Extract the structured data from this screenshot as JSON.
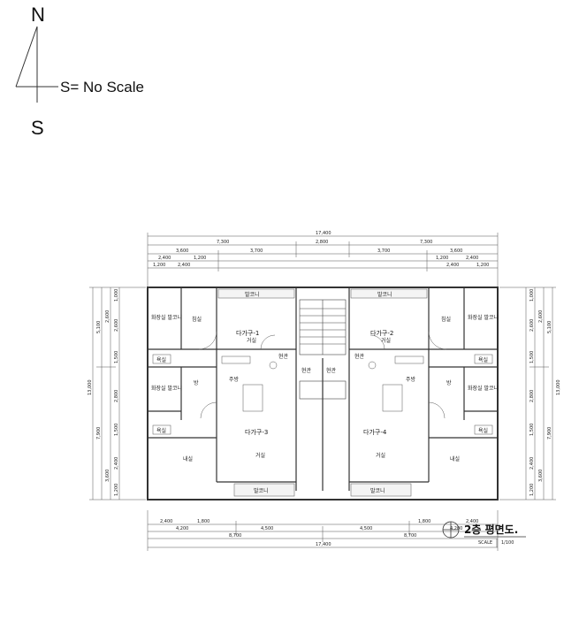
{
  "north": {
    "n": "N",
    "s": "S",
    "scale": "S= No Scale"
  },
  "plan": {
    "dims_top": {
      "overall": "17,400",
      "left_half": "7,300",
      "core": "2,800",
      "right_half": "7,300",
      "l1": "3,600",
      "l2": "3,700",
      "r2": "3,700",
      "r1": "3,600",
      "l3a": "2,400",
      "l3b": "1,200",
      "r3a": "1,200",
      "r3b": "2,400",
      "l4a": "1,200",
      "l4b": "2,400",
      "r4a": "2,400",
      "r4b": "1,200"
    },
    "dims_bottom": {
      "a1": "2,400",
      "a2": "1,800",
      "a3": "1,800",
      "a4": "2,400",
      "b1": "4,200",
      "b2": "4,500",
      "b3": "4,500",
      "b4": "4,200",
      "c1": "8,700",
      "c2": "8,700",
      "overall": "17,400"
    },
    "dims_left": {
      "total": "13,000",
      "d1": "5,100",
      "d2": "7,900",
      "e1": "1,000",
      "e2": "2,600",
      "e3": "1,500",
      "e4": "2,800",
      "e5": "1,500",
      "e6": "2,400",
      "e7": "1,200",
      "f1": "2,600",
      "f2": "3,600"
    },
    "dims_right": {
      "total": "13,000",
      "d1": "5,100",
      "d2": "7,900",
      "e1": "1,000",
      "e2": "2,600",
      "e3": "1,500",
      "e4": "2,800",
      "e5": "1,500",
      "e6": "2,400",
      "e7": "1,200",
      "f1": "2,600",
      "f2": "3,600"
    },
    "units": {
      "u1": "다가구-1",
      "u1_sub": "거실",
      "u2": "다가구-2",
      "u2_sub": "거실",
      "u3": "다가구-3",
      "u3_sub": "거실",
      "u4": "다가구-4",
      "u4_sub": "거실"
    },
    "rooms": {
      "bal_tl": "발코니",
      "bal_tr": "발코니",
      "bal_bl": "발코니",
      "bal_br": "발코니",
      "room_l1": "침실",
      "room_r1": "침실",
      "wardrobe_l1": "화장실 발코니",
      "wardrobe_r1": "화장실 발코니",
      "wardrobe_l2": "화장실 발코니",
      "wardrobe_r2": "화장실 발코니",
      "bath_l": "욕실",
      "bath_r": "욕실",
      "bath_l2": "욕실",
      "bath_r2": "욕실",
      "kitchen_l": "주방",
      "kitchen_r": "주방",
      "bed_l": "방",
      "bed_r": "방",
      "bed_bl": "내실",
      "bed_br": "내실",
      "core_l": "현관",
      "core_r": "현관",
      "core_ml": "현관",
      "core_mr": "현관"
    },
    "title": "2층 평면도.",
    "scale_label": "SCALE",
    "scale_value": "1/100"
  }
}
